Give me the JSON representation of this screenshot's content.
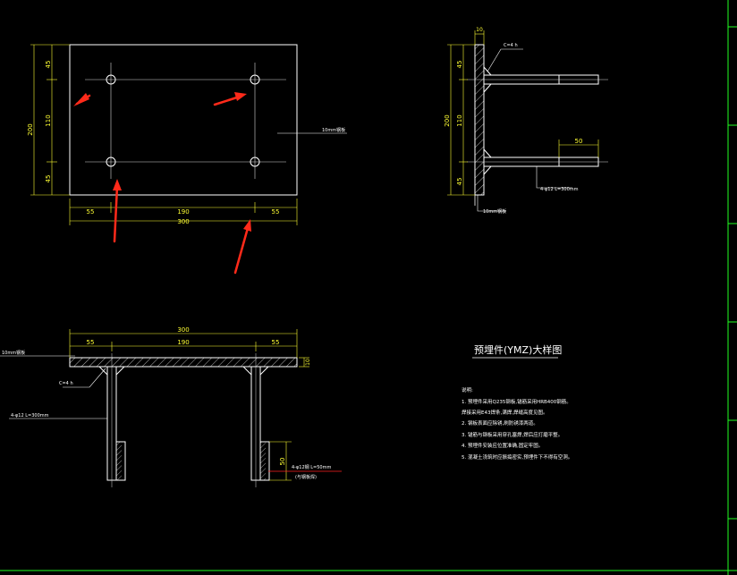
{
  "colors": {
    "background": "#000000",
    "geometry": "#ffffff",
    "dimension": "#ffff33",
    "axis": "#d8d8d8",
    "frame": "#22ff22",
    "arrow": "#ff2a1a",
    "leader_red": "#ff2222"
  },
  "plan_view": {
    "dims_top": [
      "45",
      "110",
      "45"
    ],
    "dim_total_left": "200",
    "dims_bottom": [
      "55",
      "190",
      "55"
    ],
    "dim_total_bottom": "300",
    "plate_label": "10mm钢板"
  },
  "side_view": {
    "dim_plate_thk": "10",
    "dims_left": [
      "45",
      "110",
      "45"
    ],
    "dim_total": "200",
    "weld_label": "C=4 h",
    "dim_bar_tail": "50",
    "bar_label": "4-φ12 L=300mm",
    "plate_label": "10mm钢板"
  },
  "section_view": {
    "dim_total": "300",
    "dims": [
      "55",
      "190",
      "55"
    ],
    "dim_plate_thk": "10",
    "plate_label": "10mm钢板",
    "weld_label": "C=4 h",
    "bar_label": "4-φ12 L=300mm",
    "dim_tail": "50",
    "hook_label": "4-φ12钢 L=50mm",
    "hook_sub": "(与钢板焊)"
  },
  "notes": {
    "title": "预埋件(YMZ)大样图",
    "heading": "说明:",
    "items": [
      "1. 预埋件采用Q235钢板,锚筋采用HRB400钢筋。",
      "   焊接采用E43焊条,满焊,焊缝高度见图。",
      "2. 钢板表面应除锈,刷防锈漆两道。",
      "3. 锚筋与钢板采用穿孔塞焊,焊后应打磨平整。",
      "4. 预埋件安装应位置准确,固定牢固。",
      "5. 混凝土浇筑时应振捣密实,预埋件下不得有空洞。"
    ]
  }
}
